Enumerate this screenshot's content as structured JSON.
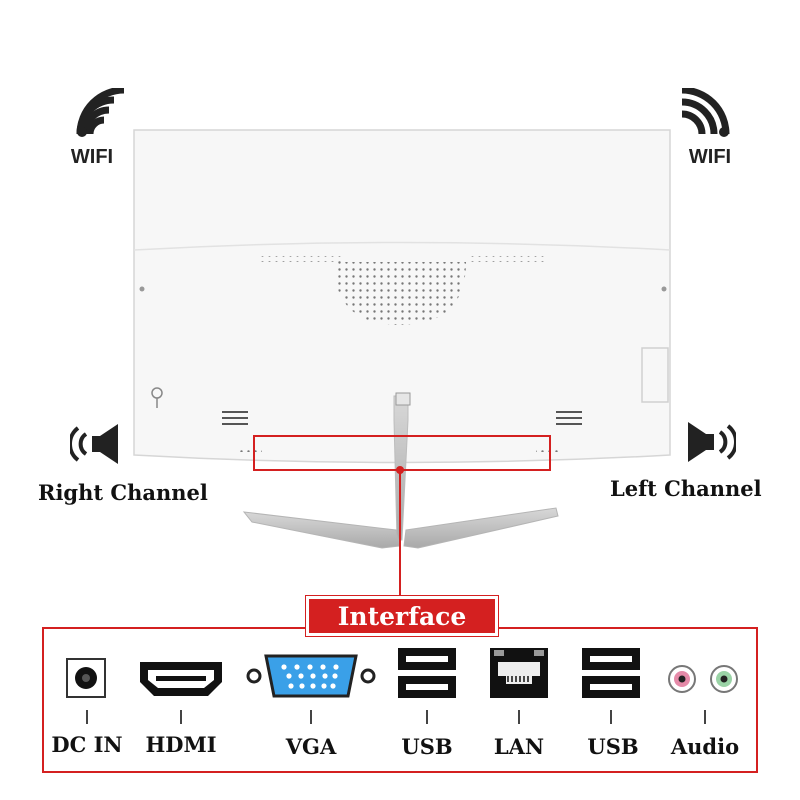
{
  "wifi": {
    "left_label": "WIFI",
    "right_label": "WIFI"
  },
  "speakers": {
    "right_channel_label": "Right Channel",
    "left_channel_label": "Left Channel"
  },
  "interface": {
    "banner_label": "Interface",
    "ports": [
      {
        "label": "DC IN",
        "icon": "dc-in-port-icon"
      },
      {
        "label": "HDMI",
        "icon": "hdmi-port-icon"
      },
      {
        "label": "VGA",
        "icon": "vga-port-icon"
      },
      {
        "label": "USB",
        "icon": "usb-port-icon"
      },
      {
        "label": "LAN",
        "icon": "lan-port-icon"
      },
      {
        "label": "USB",
        "icon": "usb-port-icon"
      },
      {
        "label": "Audio",
        "icon": "audio-jack-icon"
      }
    ]
  },
  "colors": {
    "accent_red": "#d42020",
    "monitor_body": "#f7f7f7",
    "vga_blue": "#3aa0e8"
  }
}
